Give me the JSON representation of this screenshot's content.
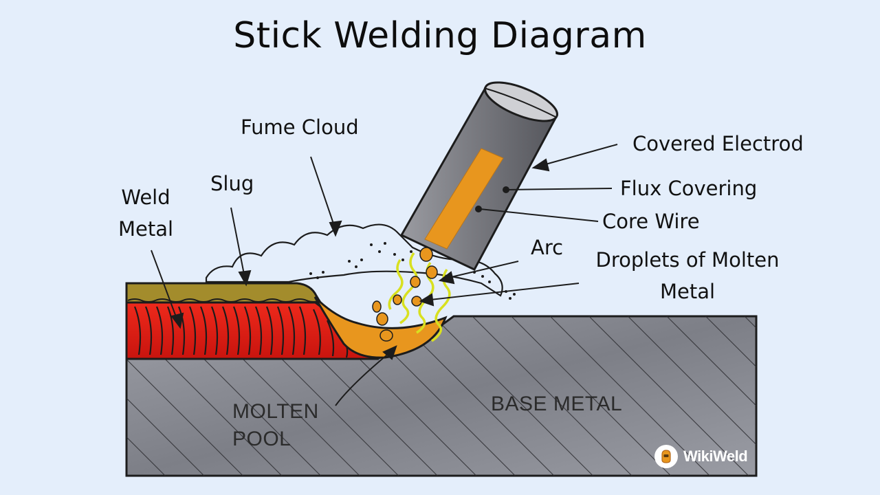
{
  "title": "Stick Welding Diagram",
  "labels": {
    "fume_cloud": "Fume Cloud",
    "slug": "Slug",
    "weld_metal_line1": "Weld",
    "weld_metal_line2": "Metal",
    "covered_electrode": "Covered Electrod",
    "flux_covering": "Flux Covering",
    "core_wire": "Core Wire",
    "arc": "Arc",
    "droplets_line1": "Droplets of Molten",
    "droplets_line2": "Metal",
    "molten_pool_line1": "MOLTEN",
    "molten_pool_line2": "POOL",
    "base_metal": "BASE METAL"
  },
  "logo": {
    "text": "WikiWeld",
    "icon": "welding-helmet-icon"
  },
  "colors": {
    "background": "#e4eefb",
    "base_metal": "#8f9199",
    "weld_metal": "#e8241a",
    "slag": "#a38c2c",
    "molten_pool": "#e8961e",
    "core_wire": "#e8961e",
    "electrode": "#75767c",
    "arc": "#d8e020"
  }
}
